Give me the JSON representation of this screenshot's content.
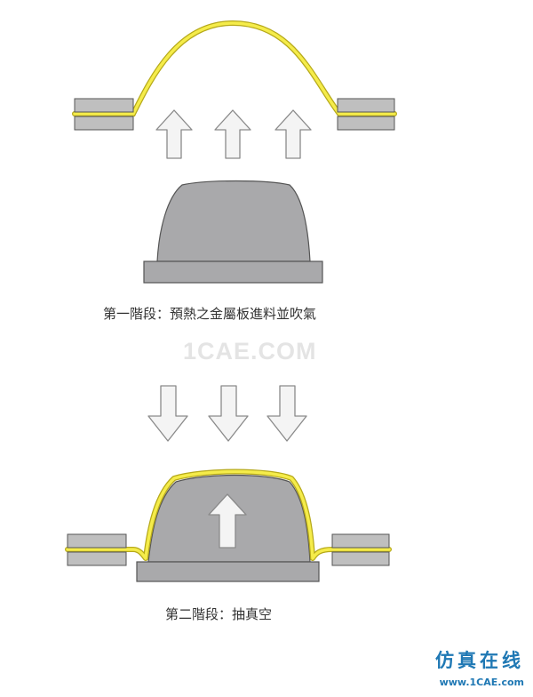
{
  "stage1": {
    "caption": "第一階段：預熱之金屬板進料並吹氣"
  },
  "stage2": {
    "caption": "第二階段：抽真空"
  },
  "watermark": {
    "center": "1CAE.COM",
    "logo_text": "仿真在线",
    "logo_url": "www.1CAE.com"
  },
  "colors": {
    "sheet": "#f5ec4a",
    "sheet_outline": "#b6a91a",
    "clamp": "#bfbfbf",
    "mold": "#a9a9ab",
    "arrow_fill": "#f4f4f4",
    "arrow_stroke": "#8a8a8a",
    "outline": "#555555"
  }
}
